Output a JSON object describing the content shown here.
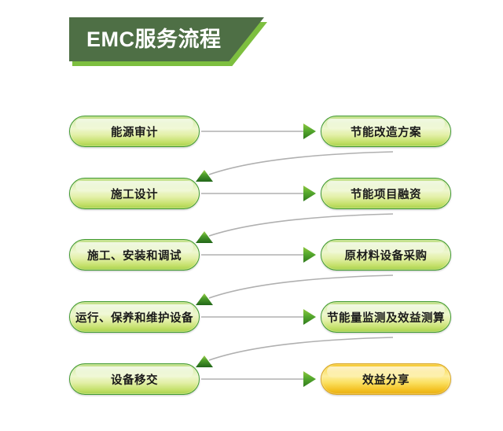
{
  "banner": {
    "title": "EMC服务流程",
    "main_color": "#4e6f45",
    "accent_color": "#7dbf3f",
    "text_color": "#ffffff"
  },
  "diagram": {
    "background": "#ffffff",
    "pill_green_border": "#3f9a2e",
    "pill_gold_border": "#d9a520",
    "connector_line_color": "#b0b0b0",
    "arrow_color": "#3f8f28",
    "rows": [
      {
        "left": {
          "label": "能源审计",
          "style": "green"
        },
        "right": {
          "label": "节能改造方案",
          "style": "green"
        }
      },
      {
        "left": {
          "label": "施工设计",
          "style": "green"
        },
        "right": {
          "label": "节能项目融资",
          "style": "green"
        }
      },
      {
        "left": {
          "label": "施工、安装和调试",
          "style": "green"
        },
        "right": {
          "label": "原材料设备采购",
          "style": "green"
        }
      },
      {
        "left": {
          "label": "运行、保养和维护设备",
          "style": "green"
        },
        "right": {
          "label": "节能量监测及效益测算",
          "style": "green"
        }
      },
      {
        "left": {
          "label": "设备移交",
          "style": "green"
        },
        "right": {
          "label": "效益分享",
          "style": "gold"
        }
      }
    ],
    "forward_arrows": 5,
    "return_arrows": 4
  }
}
